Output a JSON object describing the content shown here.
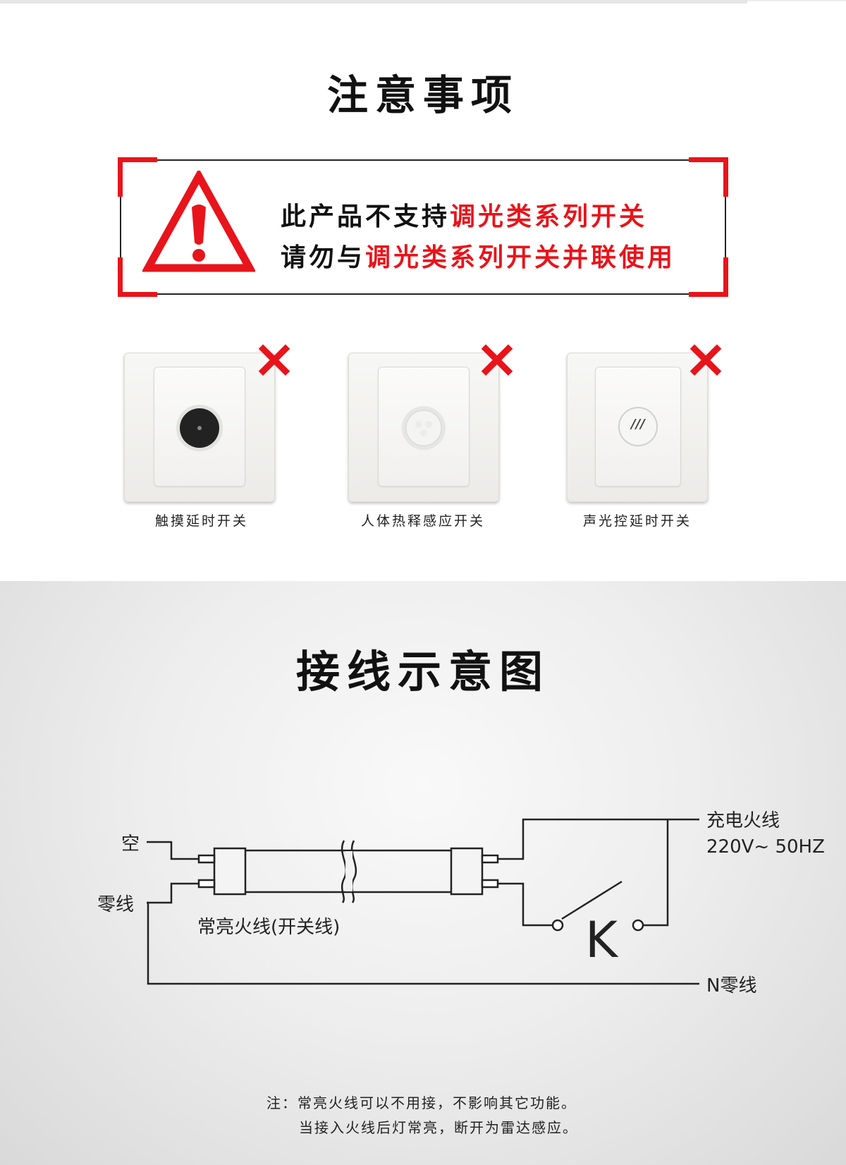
{
  "notice": {
    "title": "注意事项",
    "line1_black": "此产品不支持",
    "line1_red": "调光类系列开关",
    "line2_black": "请勿与",
    "line2_red": "调光类系列开关并联使用"
  },
  "switches": [
    {
      "label": "触摸延时开关",
      "icon": "touch-button"
    },
    {
      "label": "人体热释感应开关",
      "icon": "pir-sensor"
    },
    {
      "label": "声光控延时开关",
      "icon": "sound-light-sensor"
    }
  ],
  "switch_symbol": "///",
  "wiring": {
    "title": "接线示意图",
    "label_empty": "空",
    "label_neutral_left": "零线",
    "label_always_on": "常亮火线(开关线)",
    "label_live": "充电火线",
    "label_voltage": "220V~ 50HZ",
    "label_switch": "K",
    "label_neutral_right": "N零线"
  },
  "footnote": {
    "line1": "注：常亮火线可以不用接，不影响其它功能。",
    "line2": "当接入火线后灯常亮，断开为雷达感应。"
  },
  "colors": {
    "accent_red": "#e8141b",
    "text": "#111111"
  }
}
